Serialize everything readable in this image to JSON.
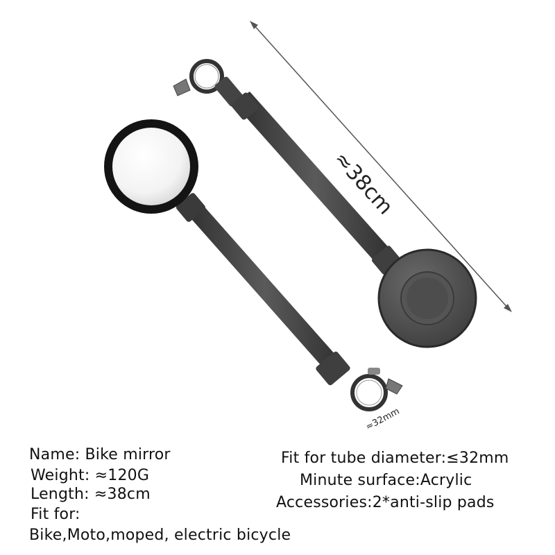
{
  "dimensions": {
    "length_label": "≈38cm",
    "diameter_label": "≈32mm"
  },
  "specs": {
    "name": "Name: Bike mirror",
    "weight": "Weight: ≈120G",
    "length": "Length: ≈38cm",
    "fit_for_heading": "Fit for:",
    "fit_for_value": "Bike,Moto,moped, electric bicycle",
    "tube_diameter": "Fit for tube diameter:≤32mm",
    "surface": "Minute surface:Acrylic",
    "accessories": "Accessories:2*anti-slip pads"
  },
  "colors": {
    "arm": "#3a3a3a",
    "mirror_rim": "#111111",
    "back_cap": "#4a4a4a"
  }
}
